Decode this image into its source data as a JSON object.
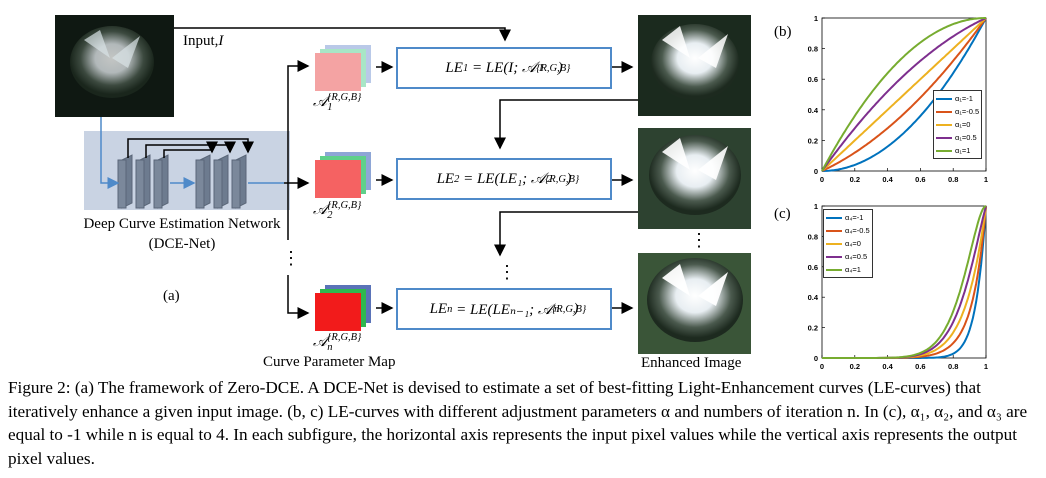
{
  "figure": {
    "input_label": "Input,",
    "input_symbol": "I",
    "network_name_line1": "Deep Curve Estimation Network",
    "network_name_line2": "(DCE-Net)",
    "panel_a": "(a)",
    "panel_b": "(b)",
    "panel_c": "(c)",
    "curve_parameter_map_label": "Curve Parameter Map",
    "enhanced_image_label": "Enhanced Image",
    "vertical_ellipsis": "⋮",
    "param_maps": [
      {
        "symbol": "𝒜",
        "sub": "1",
        "sup": "{R,G,B}"
      },
      {
        "symbol": "𝒜",
        "sub": "2",
        "sup": "{R,G,B}"
      },
      {
        "symbol": "𝒜",
        "sub": "n",
        "sup": "{R,G,B}"
      }
    ],
    "le_boxes": [
      {
        "lhs": "LE",
        "lhs_sub": "1",
        "rhs": "= LE(I; 𝒜",
        "rhs_sub": "1",
        "rhs_sup": "{R,G,B}",
        "tail": ")"
      },
      {
        "lhs": "LE",
        "lhs_sub": "2",
        "rhs": "= LE(LE₁; 𝒜",
        "rhs_sub": "2",
        "rhs_sup": "{R,G,B}",
        "tail": ")"
      },
      {
        "lhs": "LE",
        "lhs_sub": "n",
        "rhs": "= LE(LEₙ₋₁; 𝒜",
        "rhs_sub": "n",
        "rhs_sup": "{R,G,B}",
        "tail": ")"
      }
    ],
    "colors": {
      "box_border": "#4f8ac9",
      "network_bg": "#c9d3e3",
      "arrow_blue": "#4f8ac9"
    }
  },
  "chart_data": [
    {
      "type": "line",
      "title": "",
      "panel": "(b)",
      "xlim": [
        0,
        1
      ],
      "ylim": [
        0,
        1
      ],
      "xticks": [
        "0",
        "0.2",
        "0.4",
        "0.6",
        "0.8",
        "1"
      ],
      "yticks": [
        "0",
        "0.2",
        "0.4",
        "0.6",
        "0.8",
        "1"
      ],
      "iterations": 1,
      "series": [
        {
          "name": "α₁=-1",
          "alpha": -1,
          "color": "#0072bd"
        },
        {
          "name": "α₁=-0.5",
          "alpha": -0.5,
          "color": "#d95319"
        },
        {
          "name": "α₁=0",
          "alpha": 0,
          "color": "#edb120"
        },
        {
          "name": "α₁=0.5",
          "alpha": 0.5,
          "color": "#7e2f8e"
        },
        {
          "name": "α₁=1",
          "alpha": 1,
          "color": "#77ac30"
        }
      ]
    },
    {
      "type": "line",
      "title": "",
      "panel": "(c)",
      "xlim": [
        0,
        1
      ],
      "ylim": [
        0,
        1
      ],
      "xticks": [
        "0",
        "0.2",
        "0.4",
        "0.6",
        "0.8",
        "1"
      ],
      "yticks": [
        "0",
        "0.2",
        "0.4",
        "0.6",
        "0.8",
        "1"
      ],
      "iterations": 4,
      "fixed_alpha_first_three": -1,
      "series": [
        {
          "name": "α₄=-1",
          "alpha": -1,
          "color": "#0072bd"
        },
        {
          "name": "α₄=-0.5",
          "alpha": -0.5,
          "color": "#d95319"
        },
        {
          "name": "α₄=0",
          "alpha": 0,
          "color": "#edb120"
        },
        {
          "name": "α₄=0.5",
          "alpha": 0.5,
          "color": "#7e2f8e"
        },
        {
          "name": "α₄=1",
          "alpha": 1,
          "color": "#77ac30"
        }
      ]
    }
  ],
  "caption": {
    "text": "Figure 2: (a) The framework of Zero-DCE. A DCE-Net is devised to estimate a set of best-fitting Light-Enhancement curves (LE-curves) that iteratively enhance a given input image. (b, c) LE-curves with different adjustment parameters α and numbers of iteration n. In (c), α₁, α₂, and α₃ are equal to -1 while n is equal to 4. In each subfigure, the horizontal axis represents the input pixel values while the vertical axis represents the output pixel values."
  }
}
